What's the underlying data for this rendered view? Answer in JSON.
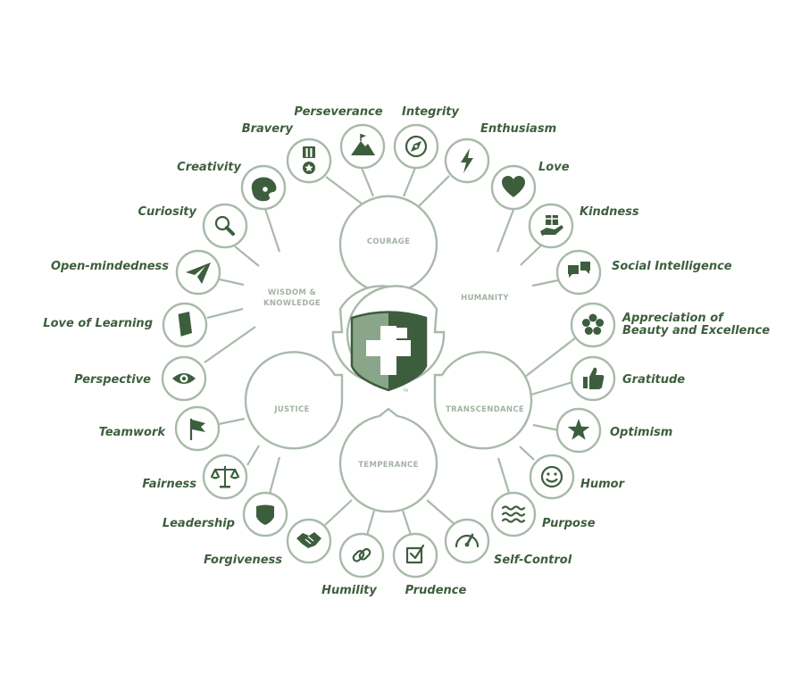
{
  "virtues": {
    "courage": "COURAGE",
    "humanity": "HUMANITY",
    "wisdom_line1": "WISDOM &",
    "wisdom_line2": "KNOWLEDGE",
    "justice": "JUSTICE",
    "transcendance": "TRANSCENDANCE",
    "temperance": "TEMPERANCE"
  },
  "strengths": {
    "perseverance": "Perseverance",
    "integrity": "Integrity",
    "bravery": "Bravery",
    "enthusiasm": "Enthusiasm",
    "creativity": "Creativity",
    "love": "Love",
    "curiosity": "Curiosity",
    "kindness": "Kindness",
    "open_mindedness": "Open-mindedness",
    "social_intelligence": "Social Intelligence",
    "love_of_learning": "Love of Learning",
    "appreciation_line1": "Appreciation of",
    "appreciation_line2": "Beauty and Excellence",
    "perspective": "Perspective",
    "gratitude": "Gratitude",
    "teamwork": "Teamwork",
    "optimism": "Optimism",
    "fairness": "Fairness",
    "humor": "Humor",
    "leadership": "Leadership",
    "purpose": "Purpose",
    "forgiveness": "Forgiveness",
    "self_control": "Self-Control",
    "humility": "Humility",
    "prudence": "Prudence"
  },
  "logo": {
    "tm": "TM"
  },
  "colors": {
    "dark_green": "#3d5e3d",
    "light_green": "#8aa68a",
    "ring": "#a9b9a9"
  },
  "icons": [
    "medal-icon",
    "mountain-flag-icon",
    "compass-icon",
    "lightning-icon",
    "palette-icon",
    "heart-icon",
    "magnifier-icon",
    "gift-hand-icon",
    "paper-plane-icon",
    "chat-bubbles-icon",
    "book-icon",
    "flower-icon",
    "eye-icon",
    "thumbs-up-icon",
    "flag-icon",
    "star-icon",
    "scales-icon",
    "smiley-icon",
    "shield-icon",
    "waves-icon",
    "handshake-icon",
    "gauge-icon",
    "link-icon",
    "checkbox-icon"
  ]
}
